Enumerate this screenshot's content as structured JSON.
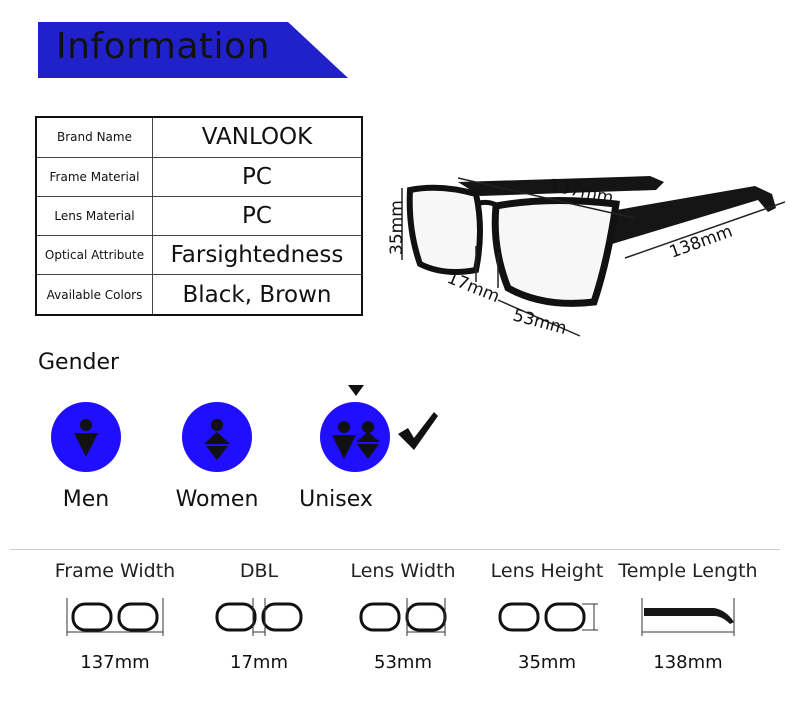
{
  "banner": {
    "title": "Information",
    "color": "#2121c9"
  },
  "specs": [
    {
      "label": "Brand Name",
      "value": "VANLOOK"
    },
    {
      "label": "Frame Material",
      "value": "PC"
    },
    {
      "label": "Lens Material",
      "value": "PC"
    },
    {
      "label": "Optical Attribute",
      "value": "Farsightedness"
    },
    {
      "label": "Available Colors",
      "value": "Black, Brown"
    }
  ],
  "diagram": {
    "lens_height": "35mm",
    "frame_width": "137mm",
    "temple_length": "138mm",
    "bridge": "17mm",
    "lens_width": "53mm"
  },
  "gender": {
    "title": "Gender",
    "options": [
      {
        "label": "Men",
        "icon": "men-icon",
        "selected": false
      },
      {
        "label": "Women",
        "icon": "women-icon",
        "selected": false
      },
      {
        "label": "Unisex",
        "icon": "unisex-icon",
        "selected": true
      }
    ],
    "icon_color": "#1f0eff"
  },
  "measurements": [
    {
      "label": "Frame Width",
      "value": "137mm",
      "icon": "frame-width-icon"
    },
    {
      "label": "DBL",
      "value": "17mm",
      "icon": "dbl-icon"
    },
    {
      "label": "Lens Width",
      "value": "53mm",
      "icon": "lens-width-icon"
    },
    {
      "label": "Lens Height",
      "value": "35mm",
      "icon": "lens-height-icon"
    },
    {
      "label": "Temple Length",
      "value": "138mm",
      "icon": "temple-length-icon"
    }
  ]
}
